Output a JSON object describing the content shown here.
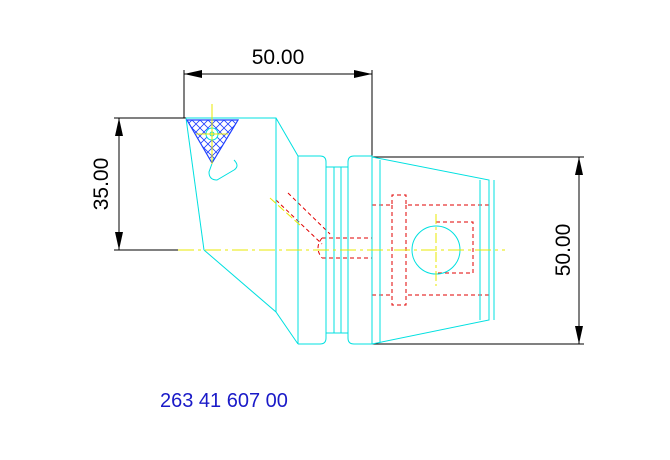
{
  "drawing": {
    "dimensions": {
      "top_width": "50.00",
      "left_height": "35.00",
      "right_height": "50.00"
    },
    "part_number": "263 41 607 00",
    "colors": {
      "background": "#ffffff",
      "outline": "#00e0e0",
      "hidden_lines": "#e00000",
      "centerline": "#e8e800",
      "dimension_lines": "#000000",
      "insert_hatch": "#2040ff",
      "part_number_text": "#1a1ac8"
    }
  }
}
